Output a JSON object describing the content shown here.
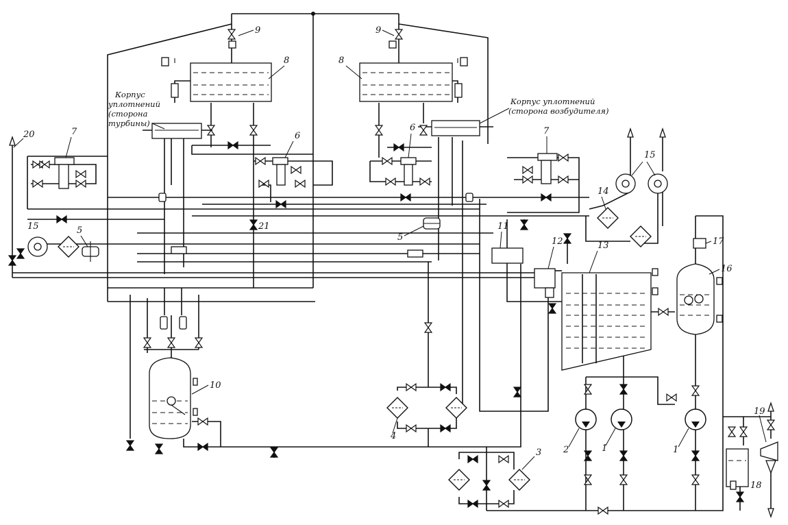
{
  "captions": {
    "left_housing": [
      "Корпус",
      "уплотнений",
      "(сторона",
      "турбины)"
    ],
    "right_housing": [
      "Корпус уплотнений",
      "(сторона возбудителя)"
    ]
  },
  "labels": {
    "l1": "1",
    "l2": "1",
    "l3": "2",
    "l4": "3",
    "l5": "4",
    "l6": "5",
    "l7": "5",
    "l8": "6",
    "l9": "6",
    "l10": "7",
    "l11": "7",
    "l12": "8",
    "l13": "8",
    "l14": "9",
    "l15": "9",
    "l16": "10",
    "l17": "11",
    "l18": "12",
    "l19": "13",
    "l20": "14",
    "l21": "15",
    "l22": "15",
    "l23": "16",
    "l24": "17",
    "l25": "18",
    "l26": "19",
    "l27": "20",
    "l28": "21"
  }
}
